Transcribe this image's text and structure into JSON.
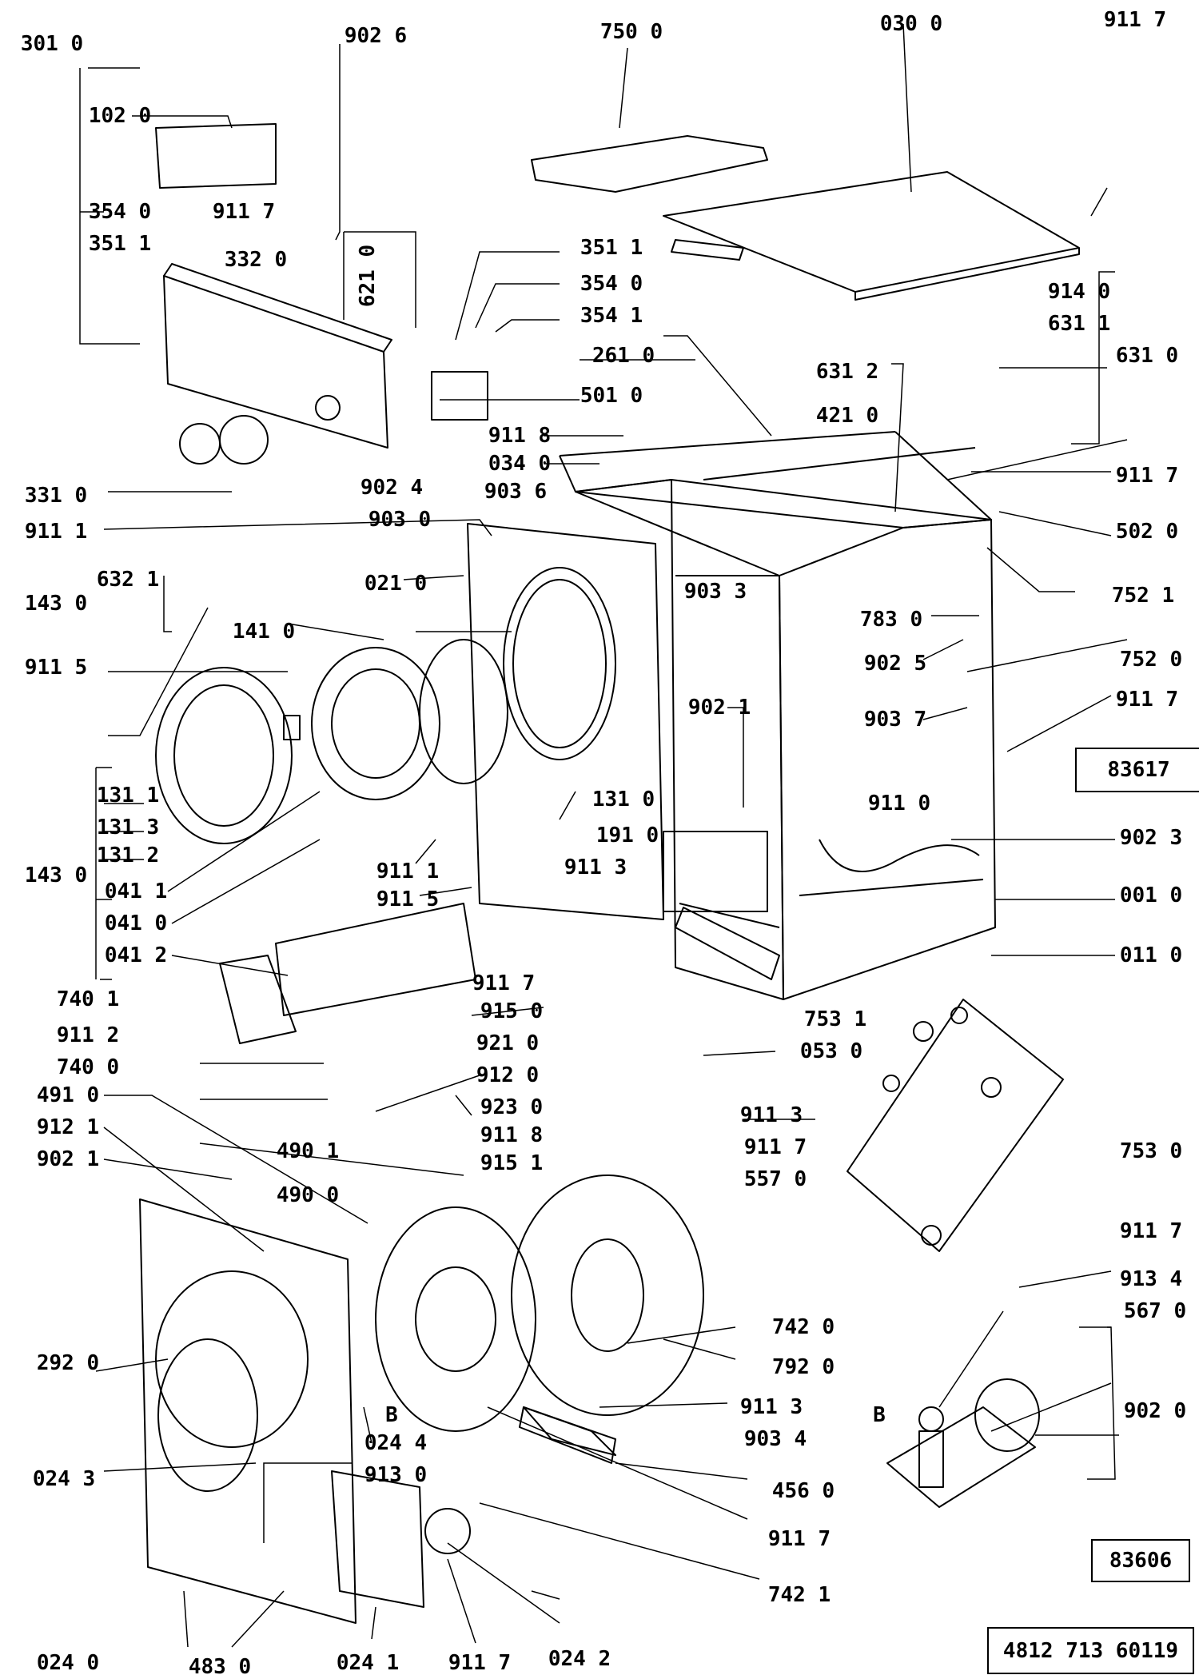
{
  "labels": [
    "301 0",
    "902 6",
    "750 0",
    "030 0",
    "911 7",
    "102 0",
    "354 0",
    "911 7",
    "351 1",
    "332 0",
    "621 0",
    "351 1",
    "354 0",
    "354 1",
    "914 0",
    "631 1",
    "631 0",
    "631 2",
    "501 0",
    "261 0",
    "911 8",
    "034 0",
    "421 0",
    "911 7",
    "331 0",
    "902 4",
    "903 6",
    "903 0",
    "502 0",
    "911 1",
    "021 0",
    "903 3",
    "752 1",
    "632 1",
    "143 0",
    "141 0",
    "783 0",
    "752 0",
    "911 5",
    "902 5",
    "902 1",
    "903 7",
    "911 7",
    "131 0",
    "131 1",
    "131 3",
    "131 2",
    "143 0",
    "911 0",
    "191 0",
    "902 3",
    "911 1",
    "911 3",
    "041 1",
    "911 5",
    "001 0",
    "041 0",
    "041 2",
    "911 7",
    "011 0",
    "740 1",
    "915 0",
    "753 1",
    "911 2",
    "740 0",
    "053 0",
    "921 0",
    "912 0",
    "491 0",
    "923 0",
    "911 3",
    "912 1",
    "911 8",
    "911 7",
    "753 0",
    "902 1",
    "490 1",
    "915 1",
    "557 0",
    "490 0",
    "911 7",
    "913 4",
    "742 0",
    "567 0",
    "292 0",
    "792 0",
    "B",
    "911 3",
    "902 0",
    "024 4",
    "903 4",
    "B",
    "024 3",
    "913 0",
    "456 0",
    "911 7",
    "742 1",
    "024 0",
    "483 0",
    "024 1",
    "911 7",
    "024 2"
  ],
  "diagram_ids": [
    "83617",
    "83606",
    "4812 713 60119"
  ]
}
